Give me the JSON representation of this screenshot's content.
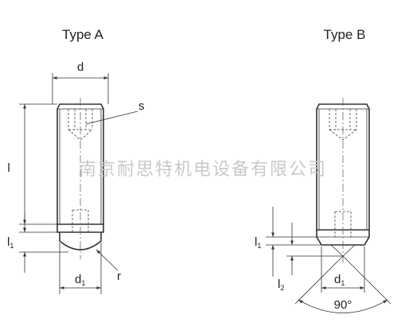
{
  "titles": {
    "type_a": "Type A",
    "type_b": "Type B"
  },
  "labels": {
    "d": "d",
    "s": "s",
    "l": "l",
    "l1_main": "l",
    "l1_sub": "1",
    "d1_main": "d",
    "d1_sub": "1",
    "r": "r",
    "l2_main": "l",
    "l2_sub": "2",
    "angle": "90°"
  },
  "watermark": "南京耐思特机电设备有限公司"
}
